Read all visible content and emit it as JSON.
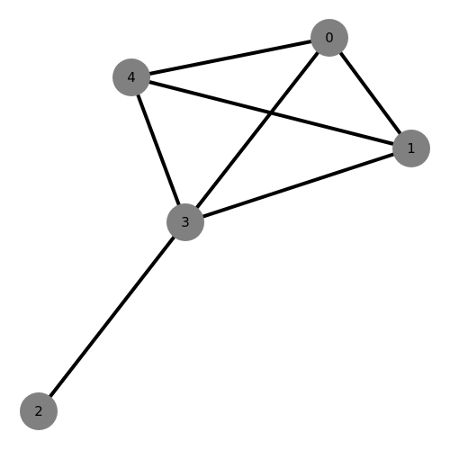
{
  "graph": {
    "nodes": [
      {
        "id": "0",
        "label": "0"
      },
      {
        "id": "1",
        "label": "1"
      },
      {
        "id": "2",
        "label": "2"
      },
      {
        "id": "3",
        "label": "3"
      },
      {
        "id": "4",
        "label": "4"
      }
    ],
    "edges": [
      {
        "source": "0",
        "target": "4"
      },
      {
        "source": "0",
        "target": "1"
      },
      {
        "source": "0",
        "target": "3"
      },
      {
        "source": "4",
        "target": "1"
      },
      {
        "source": "4",
        "target": "3"
      },
      {
        "source": "3",
        "target": "1"
      },
      {
        "source": "3",
        "target": "2"
      }
    ]
  },
  "colors": {
    "node_fill": "#808080",
    "edge_stroke": "#000000",
    "label_color": "#000000",
    "background": "#ffffff"
  }
}
